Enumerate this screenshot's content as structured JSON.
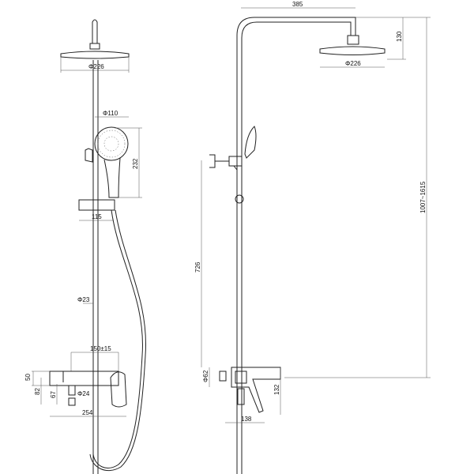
{
  "drawing": {
    "front_view": {
      "head_diameter": "Φ226",
      "hand_shower_diameter": "Φ110",
      "hand_shower_length": "232",
      "bracket_width": "115",
      "rail_diameter": "Φ23",
      "inlet_spacing": "150±15",
      "mixer_height": "50",
      "outlet_height": "82",
      "spout_height": "67",
      "spout_diameter": "Φ24",
      "mixer_length": "254"
    },
    "side_view": {
      "arm_reach": "385",
      "head_drop": "130",
      "head_diameter": "Φ226",
      "total_height": "1007~1615",
      "bracket_height": "726",
      "flange_diameter": "Φ62",
      "mixer_depth": "132",
      "mixer_projection": "138"
    }
  }
}
